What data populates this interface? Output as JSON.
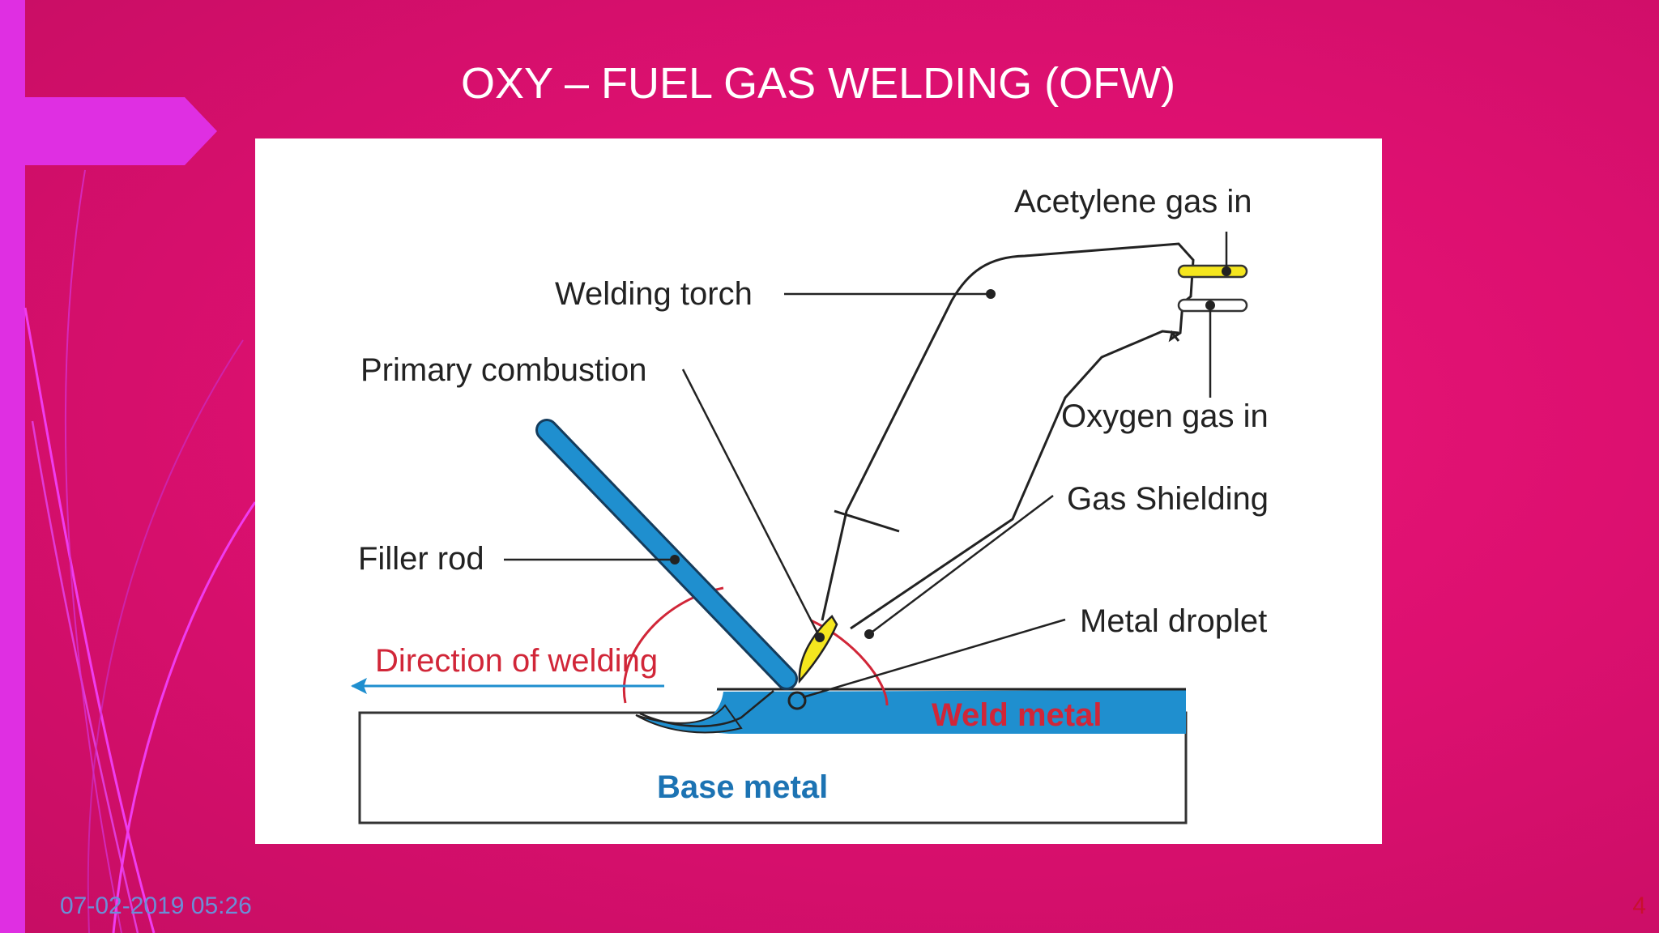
{
  "slide": {
    "title": "OXY – FUEL GAS WELDING (OFW)",
    "date": "07-02-2019 05:26",
    "page_number": "4"
  },
  "diagram": {
    "labels": {
      "acetylene": "Acetylene gas in",
      "torch": "Welding torch",
      "primary_combustion": "Primary combustion",
      "oxygen": "Oxygen gas in",
      "gas_shielding": "Gas Shielding",
      "filler_rod": "Filler rod",
      "metal_droplet": "Metal droplet",
      "direction": "Direction of welding",
      "weld_metal": "Weld metal",
      "base_metal": "Base metal"
    }
  },
  "colors": {
    "background": "#e0126f",
    "accent_strip": "#df2fe2",
    "rod_blue": "#1f8fcf",
    "flame_yellow": "#f5e61e",
    "red": "#d12638"
  }
}
